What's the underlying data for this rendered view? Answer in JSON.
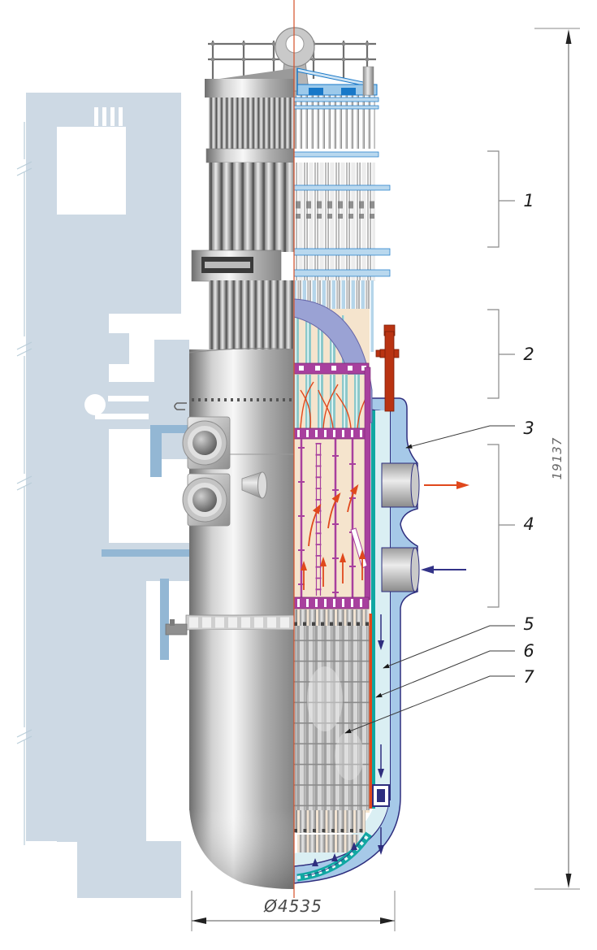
{
  "diagram": {
    "callouts": [
      {
        "label": "1"
      },
      {
        "label": "2"
      },
      {
        "label": "3"
      },
      {
        "label": "4"
      },
      {
        "label": "5"
      },
      {
        "label": "6"
      },
      {
        "label": "7"
      }
    ],
    "dimensions": {
      "overall_height": "19137",
      "outer_diameter": "Ø4535"
    },
    "colors": {
      "concrete_silhouette": "#cdd9e4",
      "concrete_accent": "#93b7d4",
      "vessel_wall_blue": "#a6c9e8",
      "outline_navy": "#2e2e7e",
      "interior_cream": "#f5e4cd",
      "guide_tube_teal": "#8cc8ca",
      "core_barrel_teal": "#10a7a2",
      "internals_magenta": "#a8409e",
      "coolant_hot_orange": "#e0481c",
      "coolant_cold_navy": "#333388",
      "instrument_nozzle_red": "#b93312",
      "head_shell_lavender": "#9aa2d4",
      "centerline_orange": "#d4502a",
      "platform_blue": "#1878c8"
    }
  }
}
